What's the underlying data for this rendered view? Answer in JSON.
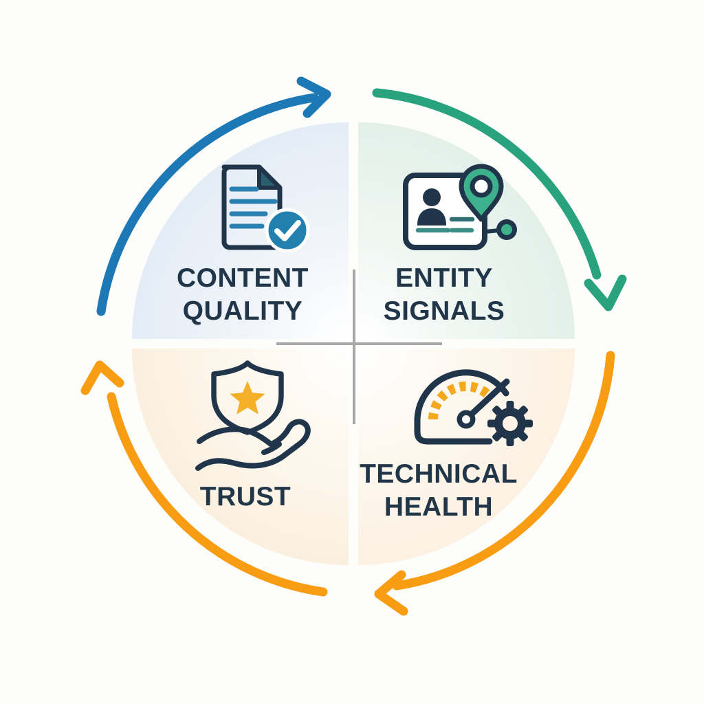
{
  "diagram": {
    "type": "cycle-quadrant-diagram",
    "quadrants": [
      {
        "name": "content-quality",
        "label": "CONTENT\nQUALITY",
        "icon": "document-check-icon",
        "bg_color": "#e4ecf5",
        "position": "top-left"
      },
      {
        "name": "entity-signals",
        "label": "ENTITY\nSIGNALS",
        "icon": "id-card-location-pin-icon",
        "bg_color": "#e3f0ea",
        "position": "top-right"
      },
      {
        "name": "trust",
        "label": "TRUST",
        "icon": "shield-star-in-hand-icon",
        "bg_color": "#fbf0df",
        "position": "bottom-left"
      },
      {
        "name": "technical-health",
        "label": "TECHNICAL\nHEALTH",
        "icon": "speedometer-gear-icon",
        "bg_color": "#fcf1e2",
        "position": "bottom-right"
      }
    ],
    "arrows": [
      {
        "name": "arrow-top-left",
        "color": "#1c79b5",
        "points": "up-right along top-left rim"
      },
      {
        "name": "arrow-top-right",
        "color": "#29a37d",
        "points": "down along right rim"
      },
      {
        "name": "arrow-bottom-right",
        "color": "#f89c12",
        "points": "left along bottom rim"
      },
      {
        "name": "arrow-bottom-left",
        "color": "#f89c12",
        "points": "up along left rim"
      }
    ],
    "flow": "clockwise"
  },
  "colors": {
    "page-bg": "#fdfdfc",
    "arrow-blue": "#1c79b5",
    "arrow-green": "#29a37d",
    "arrow-orange": "#f89c12",
    "text-navy": "#22364a",
    "icon-navy": "#20344a",
    "doc-line-blue": "#2b80b2",
    "badge-blue": "#2180ae",
    "fold-teal": "#2b5f6d",
    "pin-green": "#3cb18c",
    "card-line-teal": "#3a8e86",
    "star-gold": "#f5b02a",
    "gauge-yellow": "#f3a81e",
    "crosshair-gray": "#a8a8a8"
  }
}
